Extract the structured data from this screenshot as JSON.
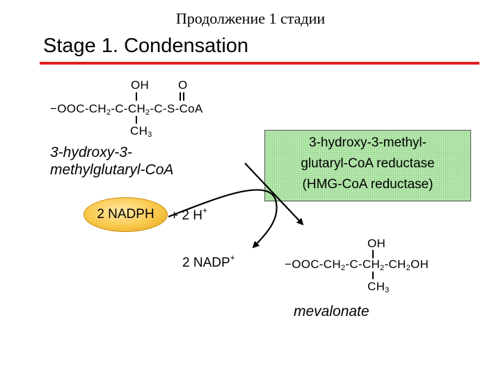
{
  "slide_title": "Продолжение 1 стадии",
  "stage_heading": "Stage 1. Condensation",
  "substrate": {
    "top_oh": "OH",
    "top_o": "O",
    "chain_part1": "−OOC-CH",
    "sub_1": "2",
    "chain_part2": "-C-CH",
    "sub_2": "2",
    "chain_part3": "-C-S-CoA",
    "methyl": "CH",
    "methyl_sub": "3",
    "name_line1": "3-hydroxy-3-",
    "name_line2": "methylglutaryl-CoA"
  },
  "enzyme": {
    "line1": "3-hydroxy-3-methyl-",
    "line2": "glutaryl-CoA reductase",
    "line3": "(HMG-CoA reductase)",
    "box_color": "#bdeeb4"
  },
  "cofactor": {
    "nadph_label": "2 NADPH",
    "plus_h_text": "+ 2 H",
    "h_charge": "+",
    "nadp_text": "2 NADP",
    "nadp_charge": "+",
    "oval_color": "#f9c84a"
  },
  "product": {
    "top_oh": "OH",
    "chain_part1": "−OOC-CH",
    "sub_1": "2",
    "chain_part2": "-C-CH",
    "sub_2": "2",
    "chain_part3": "-CH",
    "sub_3": "2",
    "chain_part4": "OH",
    "methyl": "CH",
    "methyl_sub": "3",
    "name": "mevalonate"
  },
  "accent_color": "#e02020"
}
